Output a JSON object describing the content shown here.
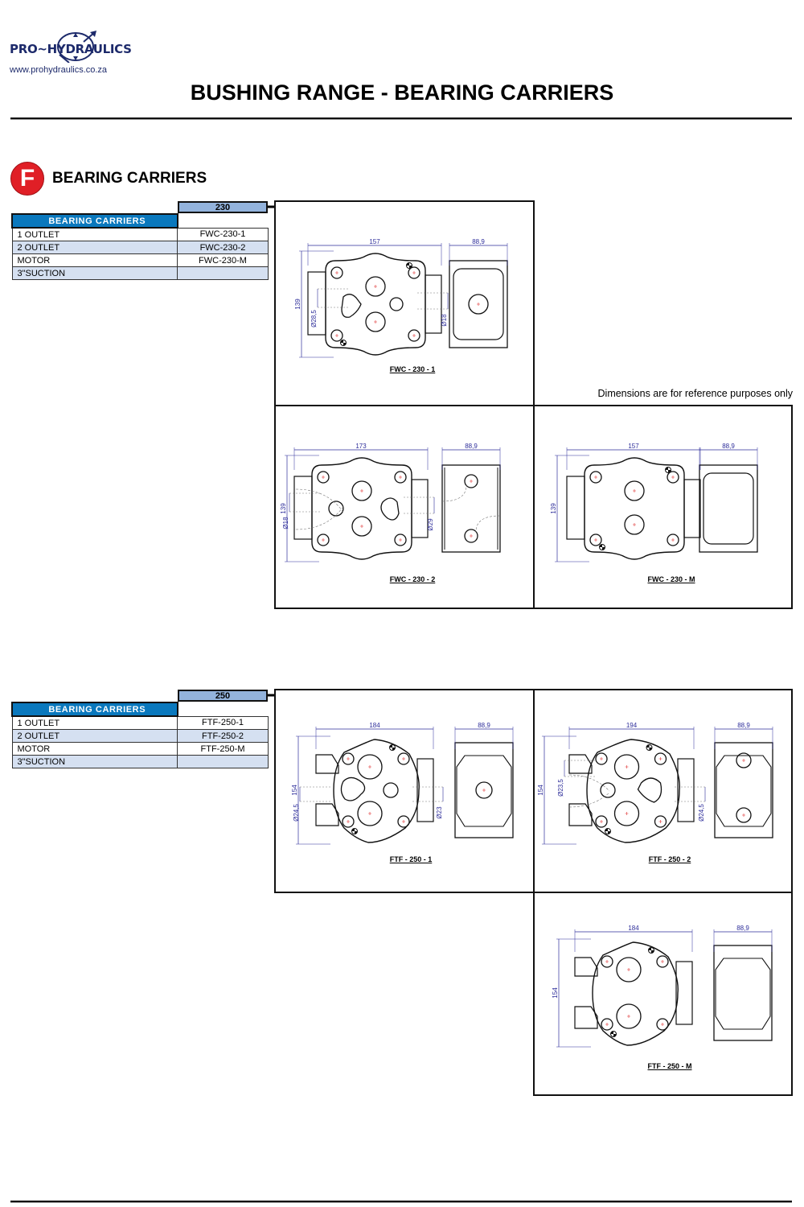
{
  "header": {
    "logo_text": "PRO~HYDRAULICS",
    "website": "www.prohydraulics.co.za",
    "title": "BUSHING RANGE - BEARING CARRIERS"
  },
  "section": {
    "badge_letter": "F",
    "title": "BEARING CARRIERS",
    "badge_color": "#e01f26"
  },
  "note": "Dimensions are for reference purposes only",
  "tables": [
    {
      "size": "230",
      "header": "BEARING CARRIERS",
      "rows": [
        {
          "type": "1 OUTLET",
          "code": "FWC-230-1"
        },
        {
          "type": "2 OUTLET",
          "code": "FWC-230-2"
        },
        {
          "type": "MOTOR",
          "code": "FWC-230-M"
        },
        {
          "type": "3\"SUCTION",
          "code": ""
        }
      ]
    },
    {
      "size": "250",
      "header": "BEARING CARRIERS",
      "rows": [
        {
          "type": "1 OUTLET",
          "code": "FTF-250-1"
        },
        {
          "type": "2 OUTLET",
          "code": "FTF-250-2"
        },
        {
          "type": "MOTOR",
          "code": "FTF-250-M"
        },
        {
          "type": "3\"SUCTION",
          "code": ""
        }
      ]
    }
  ],
  "drawings": [
    {
      "caption": "FWC - 230 - 1",
      "width_dim": "157",
      "height_dim": "139",
      "depth_dim": "88,9",
      "left_dia": "Ø28,5",
      "right_dia": "Ø18"
    },
    {
      "caption": "FWC - 230 - 2",
      "width_dim": "173",
      "height_dim": "139",
      "depth_dim": "88,9",
      "left_dia": "Ø18",
      "right_dia": "Ø29"
    },
    {
      "caption": "FWC - 230 - M",
      "width_dim": "157",
      "height_dim": "139",
      "depth_dim": "88,9",
      "left_dia": "",
      "right_dia": ""
    },
    {
      "caption": "FTF - 250 - 1",
      "width_dim": "184",
      "height_dim": "154",
      "depth_dim": "88,9",
      "left_dia": "Ø24,5",
      "right_dia": "Ø23"
    },
    {
      "caption": "FTF - 250 - 2",
      "width_dim": "194",
      "height_dim": "154",
      "depth_dim": "88,9",
      "left_dia": "Ø23,5",
      "right_dia": "Ø24,5"
    },
    {
      "caption": "FTF - 250 - M",
      "width_dim": "184",
      "height_dim": "154",
      "depth_dim": "88,9",
      "left_dia": "",
      "right_dia": ""
    }
  ],
  "colors": {
    "dimension": "#2d2d9a",
    "table_header": "#0a78bd",
    "size_header": "#93b3dc",
    "row_alt": "#d5e0f1",
    "center_mark": "#e03030"
  }
}
